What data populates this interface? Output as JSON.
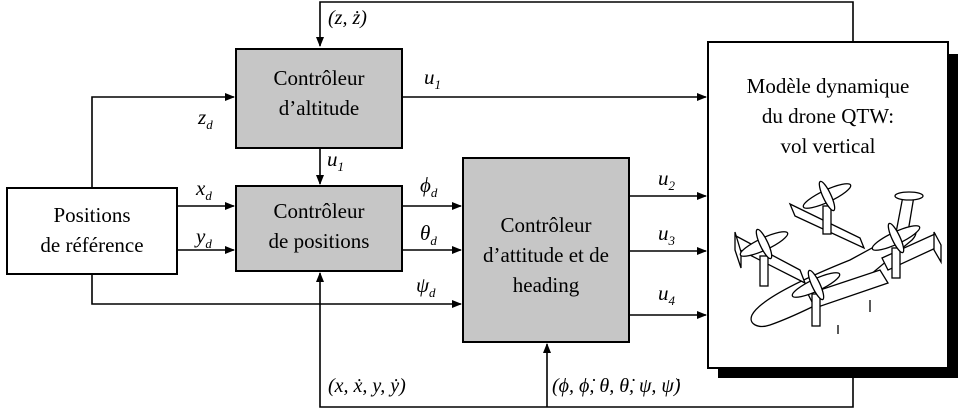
{
  "blocks": {
    "altitude": {
      "line1": "Contrôleur",
      "line2": "d’altitude"
    },
    "positions": {
      "line1": "Contrôleur",
      "line2": "de positions"
    },
    "attitude": {
      "line1": "Contrôleur",
      "line2": "d’attitude et de",
      "line3": "heading"
    },
    "reference": {
      "line1": "Positions",
      "line2": "de référence"
    },
    "model": {
      "line1": "Modèle dynamique",
      "line2": "du drone QTW:",
      "line3": "vol vertical"
    }
  },
  "signals": {
    "z_fb": "(z, ż)",
    "z_d": {
      "base": "z",
      "sub": "d"
    },
    "x_d": {
      "base": "x",
      "sub": "d"
    },
    "y_d": {
      "base": "y",
      "sub": "d"
    },
    "u1_top": {
      "base": "u",
      "sub": "1"
    },
    "u1_mid": {
      "base": "u",
      "sub": "1"
    },
    "phi_d": {
      "base": "ϕ",
      "sub": "d"
    },
    "theta_d": {
      "base": "θ",
      "sub": "d"
    },
    "psi_d": {
      "base": "ψ",
      "sub": "d"
    },
    "u2": {
      "base": "u",
      "sub": "2"
    },
    "u3": {
      "base": "u",
      "sub": "3"
    },
    "u4": {
      "base": "u",
      "sub": "4"
    },
    "xy_fb": "(x, ẋ, y, ẏ)",
    "att_fb": "(ϕ, ϕ̇, θ, θ̇, ψ, ψ̇)"
  },
  "colors": {
    "controller_fill": "#c6c6c6",
    "line": "#000000"
  },
  "icons": {
    "aircraft": "qtw-drone-illustration"
  }
}
